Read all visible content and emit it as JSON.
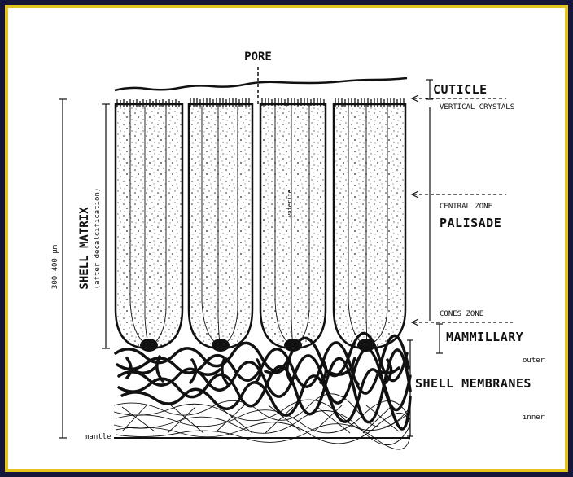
{
  "labels": {
    "pore": "PORE",
    "cuticle": "CUTICLE",
    "vertical_crystals": "VERTICAL CRYSTALS",
    "central_zone": "CENTRAL ZONE",
    "palisade": "PALISADE",
    "cones_zone": "CONES ZONE",
    "mammillary": "MAMMILLARY",
    "outer": "outer",
    "shell_membranes": "SHELL MEMBRANES",
    "inner": "inner",
    "mantle": "mantle",
    "shell_matrix": "SHELL MATRIX",
    "after_decalcification": "(after decalcification)",
    "thickness": "300-400 µm",
    "vaterite": "vaterite"
  },
  "colors": {
    "frame_border": "#e2c41c",
    "outer_background": "#16163a",
    "ink": "#111111"
  }
}
